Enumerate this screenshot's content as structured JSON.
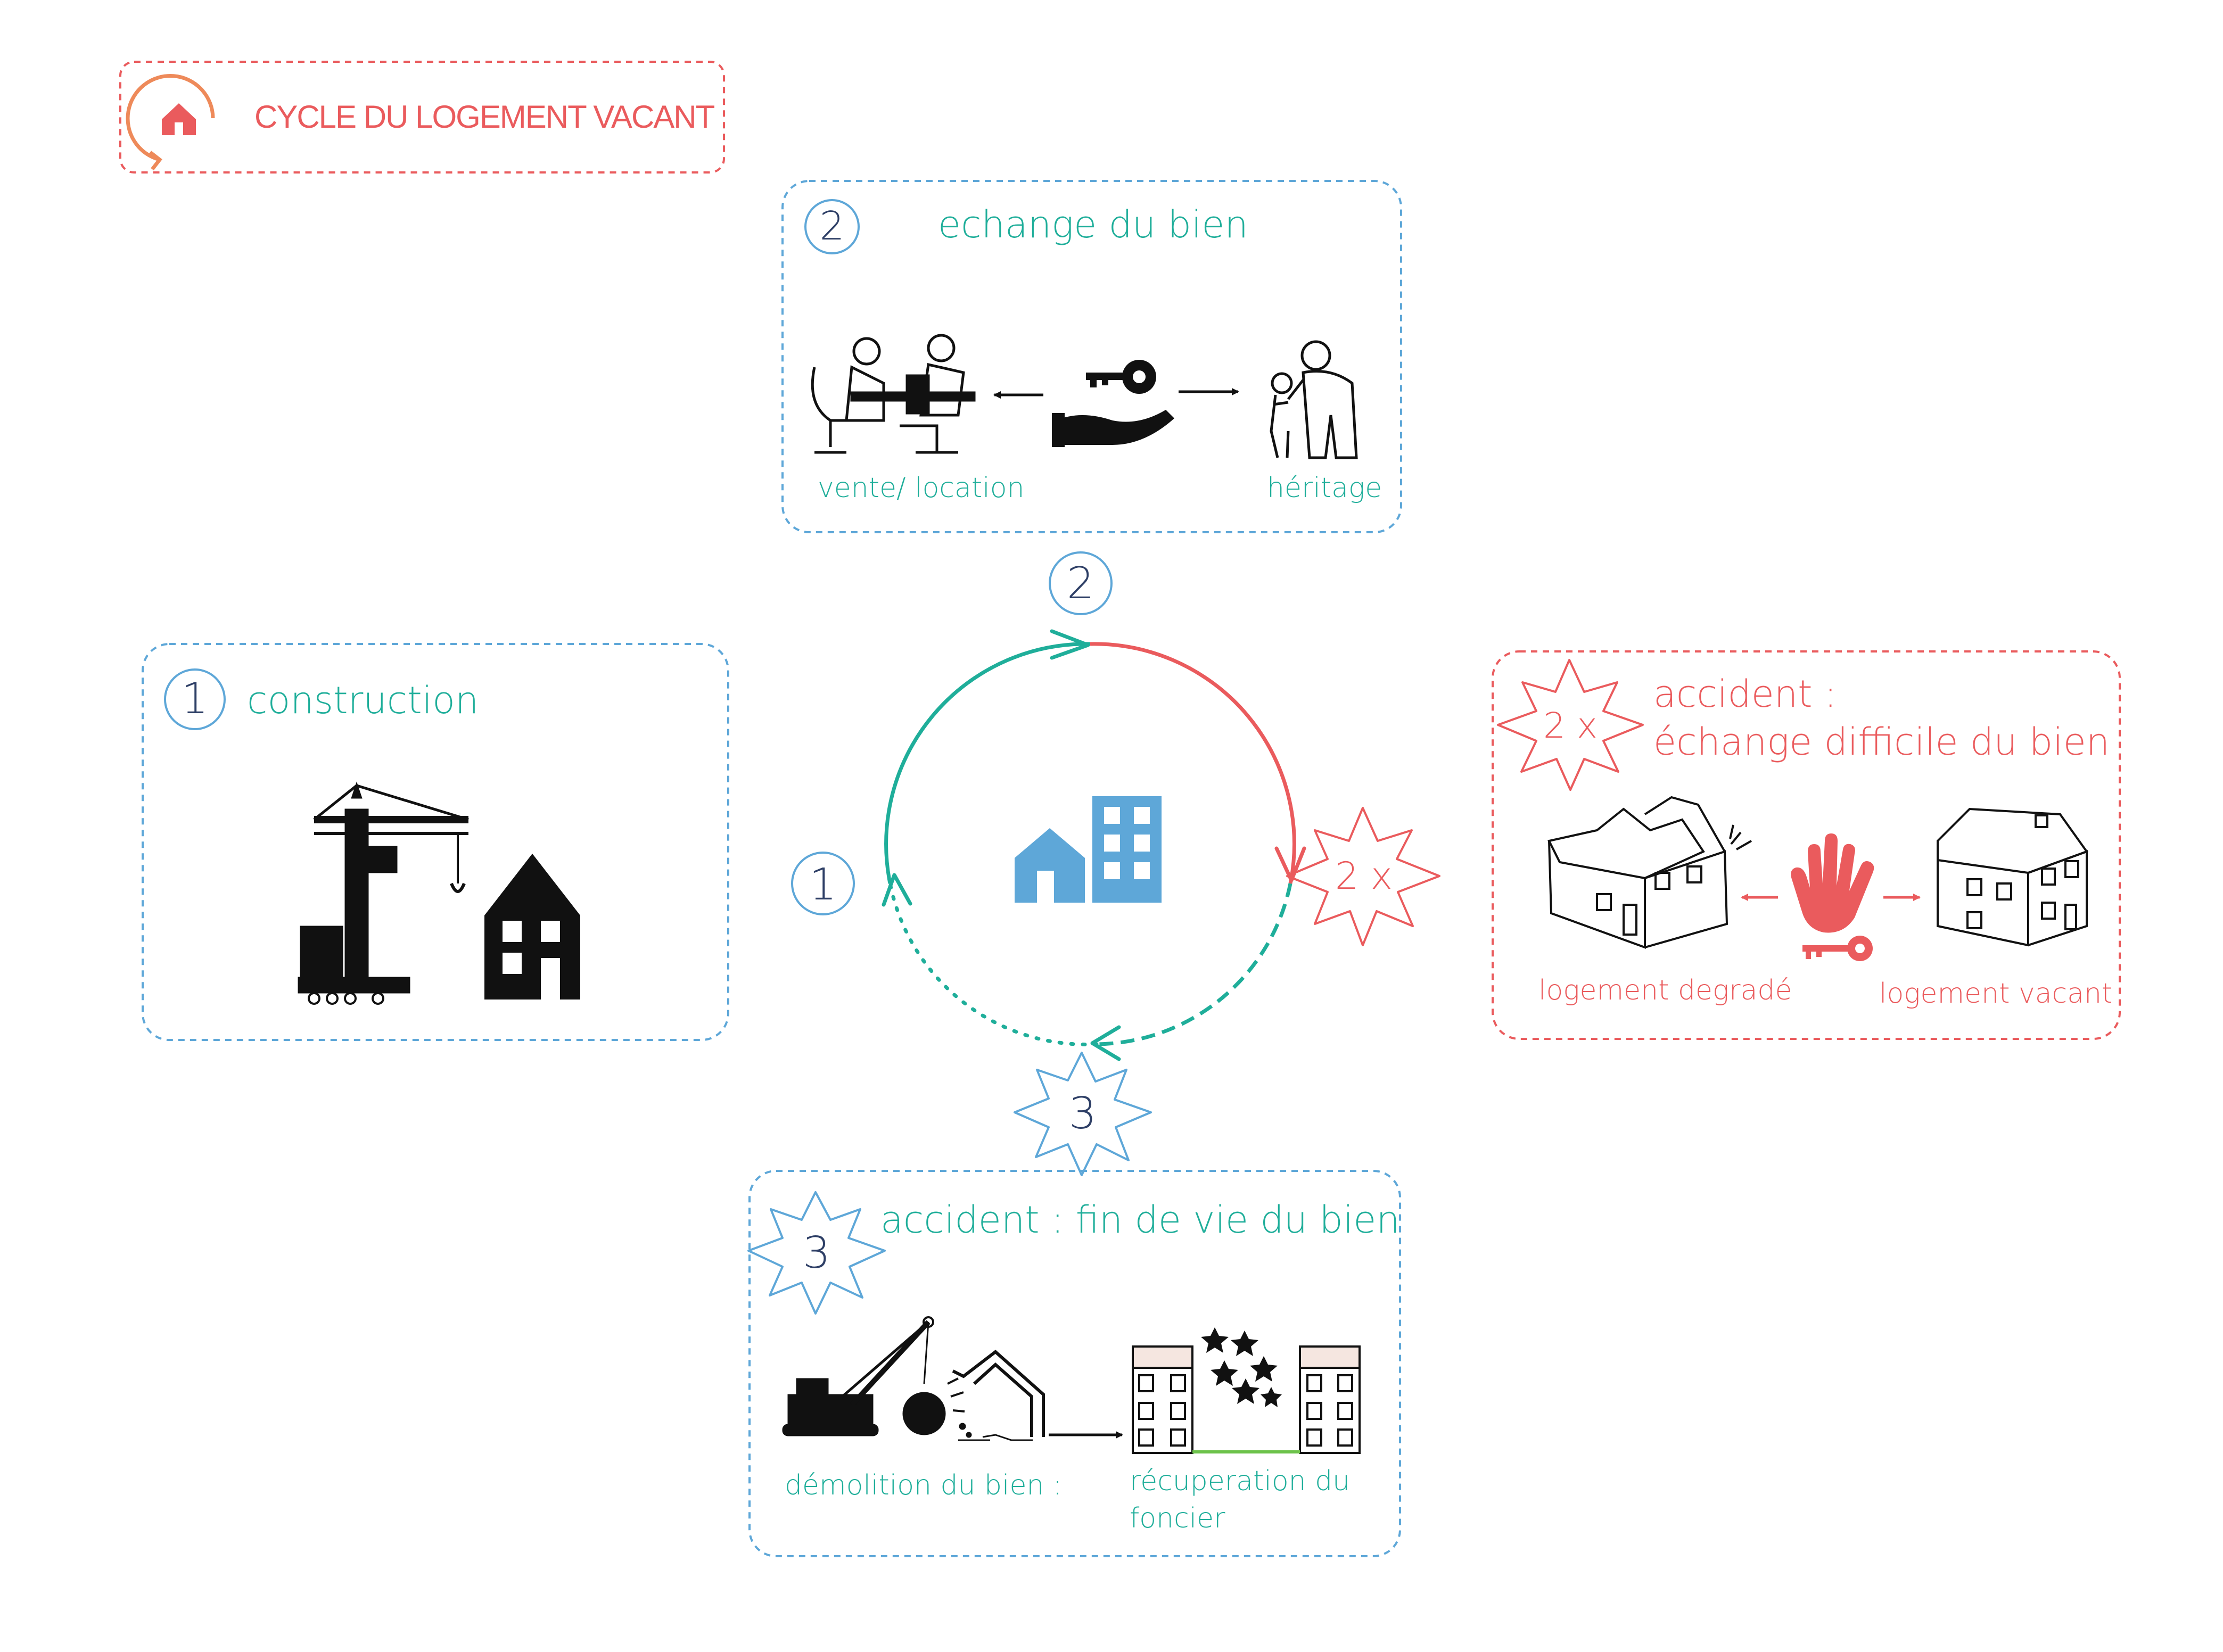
{
  "title": "CYCLE DU LOGEMENT VACANT",
  "colors": {
    "teal": "#1fae9a",
    "red": "#ea5b5d",
    "blue_dash": "#5ea7d8",
    "navy": "#2e3f66",
    "building_blue": "#5ea7d8",
    "green_line": "#6cc24a"
  },
  "cycle": {
    "center_icon": "house-and-building-icon",
    "markers": [
      {
        "id": "m1",
        "text": "1",
        "shape": "circle"
      },
      {
        "id": "m2",
        "text": "2",
        "shape": "circle"
      },
      {
        "id": "m2x",
        "text": "2 x",
        "shape": "burst"
      },
      {
        "id": "m3",
        "text": "3",
        "shape": "burst"
      }
    ]
  },
  "panels": {
    "construction": {
      "number": "1",
      "title": "construction",
      "icons": [
        "crane-icon",
        "house-icon"
      ]
    },
    "exchange": {
      "number": "2",
      "title": "echange du bien",
      "left_label": "vente/ location",
      "right_label": "héritage",
      "icons": [
        "meeting-table-icon",
        "key-in-hand-icon",
        "parent-child-icon"
      ]
    },
    "accident_exchange": {
      "number": "2 x",
      "title_line1": "accident :",
      "title_line2": "échange difficile du bien",
      "left_label": "logement degradé",
      "right_label": "logement vacant",
      "icons": [
        "damaged-house-icon",
        "stop-hand-icon",
        "key-icon",
        "vacant-house-icon"
      ]
    },
    "end_of_life": {
      "number": "3",
      "title": "accident : fin de vie du bien",
      "left_label": "démolition du bien :",
      "right_label_line1": "récuperation du",
      "right_label_line2": "foncier",
      "icons": [
        "wrecking-crane-icon",
        "wrecking-ball-icon",
        "ruined-house-icon",
        "vacant-lot-icon",
        "stars-icon"
      ]
    }
  }
}
